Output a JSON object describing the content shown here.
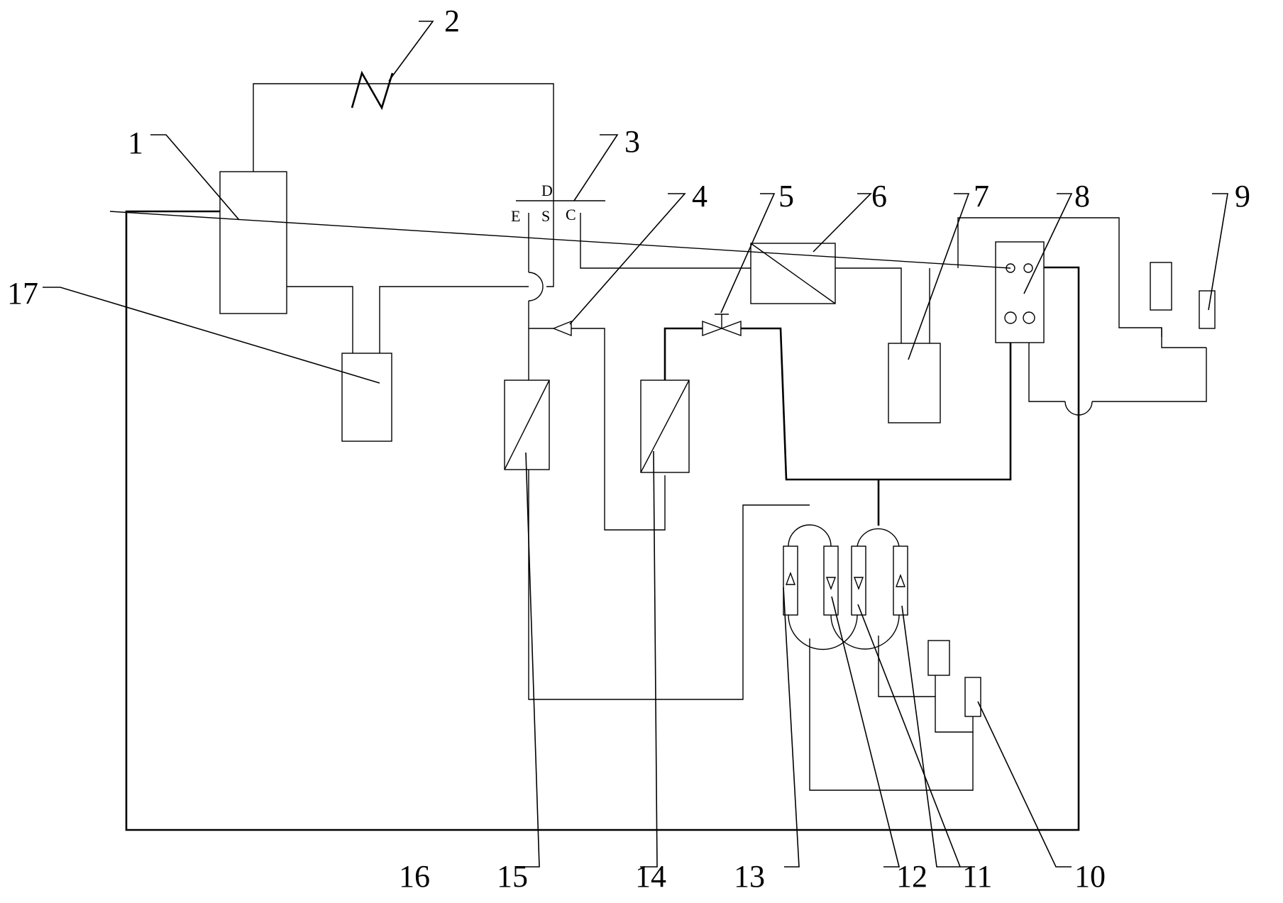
{
  "labels": {
    "c1": "1",
    "c2": "2",
    "c3": "3",
    "c4": "4",
    "c5": "5",
    "c6": "6",
    "c7": "7",
    "c8": "8",
    "c9": "9",
    "c10": "10",
    "c11": "11",
    "c12": "12",
    "c13": "13",
    "c14": "14",
    "c15": "15",
    "c16": "16",
    "c17": "17"
  },
  "valve_ports": {
    "d": "D",
    "e": "E",
    "s": "S",
    "c": "C"
  }
}
